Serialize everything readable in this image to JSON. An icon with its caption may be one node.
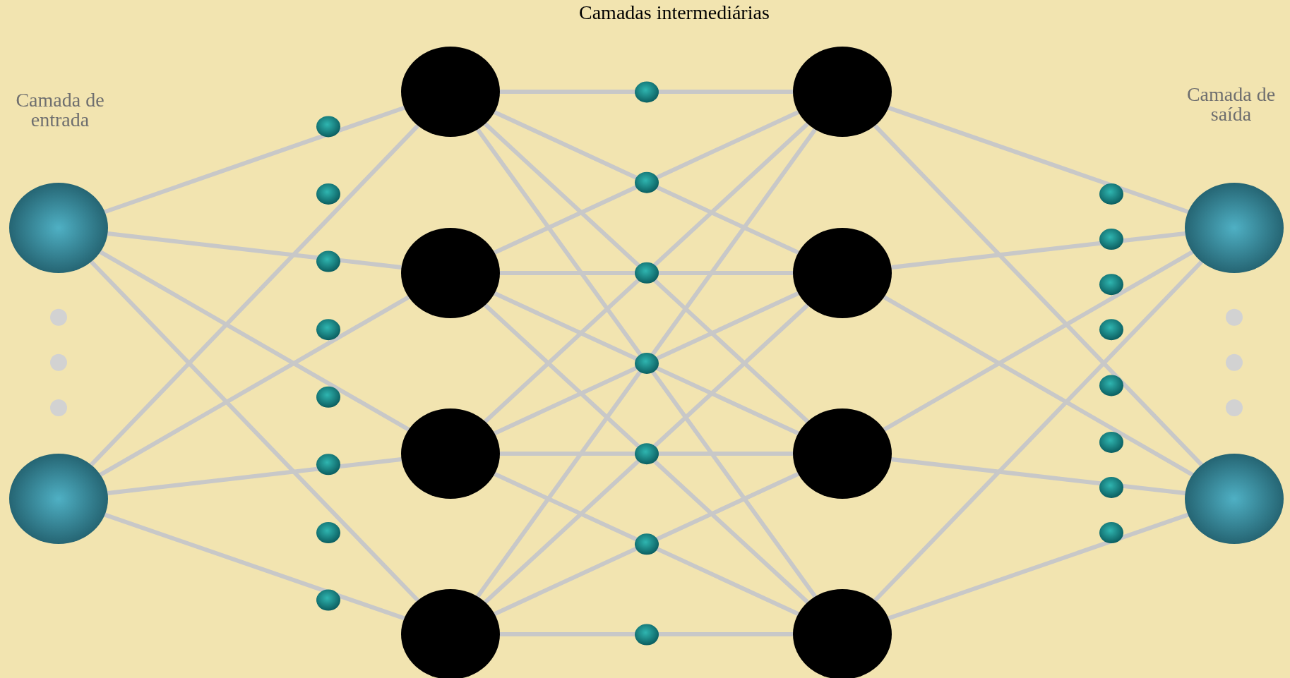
{
  "diagram": {
    "nodes": [
      {
        "text": [],
        "shape": "circle"
      },
      {
        "text": [],
        "shape": "circle"
      },
      {
        "text": [],
        "shape": "circle"
      },
      {
        "text": [],
        "shape": "circle"
      },
      {
        "text": [],
        "shape": "circle"
      },
      {
        "text": [],
        "shape": "circle"
      },
      {
        "text": [],
        "shape": "circle"
      },
      {
        "text": [],
        "shape": "circle"
      },
      {
        "text": [],
        "shape": "circle"
      },
      {
        "text": [],
        "shape": "circle"
      },
      {
        "text": [],
        "shape": "circle"
      },
      {
        "text": [],
        "shape": "circle"
      }
    ],
    "edges": [
      {
        "from": 0,
        "to": 2,
        "arrow": "none"
      },
      {
        "from": 0,
        "to": 3,
        "arrow": "none"
      },
      {
        "from": 0,
        "to": 4,
        "arrow": "none"
      },
      {
        "from": 0,
        "to": 5,
        "arrow": "none"
      },
      {
        "from": 1,
        "to": 2,
        "arrow": "none"
      },
      {
        "from": 1,
        "to": 3,
        "arrow": "none"
      },
      {
        "from": 1,
        "to": 4,
        "arrow": "none"
      },
      {
        "from": 1,
        "to": 5,
        "arrow": "none"
      },
      {
        "from": 2,
        "to": 6,
        "arrow": "none"
      },
      {
        "from": 2,
        "to": 7,
        "arrow": "none"
      },
      {
        "from": 2,
        "to": 8,
        "arrow": "none"
      },
      {
        "from": 2,
        "to": 9,
        "arrow": "none"
      },
      {
        "from": 3,
        "to": 6,
        "arrow": "none"
      },
      {
        "from": 3,
        "to": 7,
        "arrow": "none"
      },
      {
        "from": 3,
        "to": 8,
        "arrow": "none"
      },
      {
        "from": 3,
        "to": 9,
        "arrow": "none"
      },
      {
        "from": 4,
        "to": 6,
        "arrow": "none"
      },
      {
        "from": 4,
        "to": 7,
        "arrow": "none"
      },
      {
        "from": 4,
        "to": 8,
        "arrow": "none"
      },
      {
        "from": 4,
        "to": 9,
        "arrow": "none"
      },
      {
        "from": 5,
        "to": 6,
        "arrow": "none"
      },
      {
        "from": 5,
        "to": 7,
        "arrow": "none"
      },
      {
        "from": 5,
        "to": 8,
        "arrow": "none"
      },
      {
        "from": 5,
        "to": 9,
        "arrow": "none"
      },
      {
        "from": 6,
        "to": 10,
        "arrow": "none"
      },
      {
        "from": 6,
        "to": 11,
        "arrow": "none"
      },
      {
        "from": 7,
        "to": 10,
        "arrow": "none"
      },
      {
        "from": 7,
        "to": 11,
        "arrow": "none"
      },
      {
        "from": 8,
        "to": 10,
        "arrow": "none"
      },
      {
        "from": 8,
        "to": 11,
        "arrow": "none"
      },
      {
        "from": 9,
        "to": 10,
        "arrow": "none"
      },
      {
        "from": 9,
        "to": 11,
        "arrow": "none"
      }
    ],
    "labels": [
      "Camadas intermediárias",
      "Camada de entrada",
      "Camada de saída"
    ]
  }
}
